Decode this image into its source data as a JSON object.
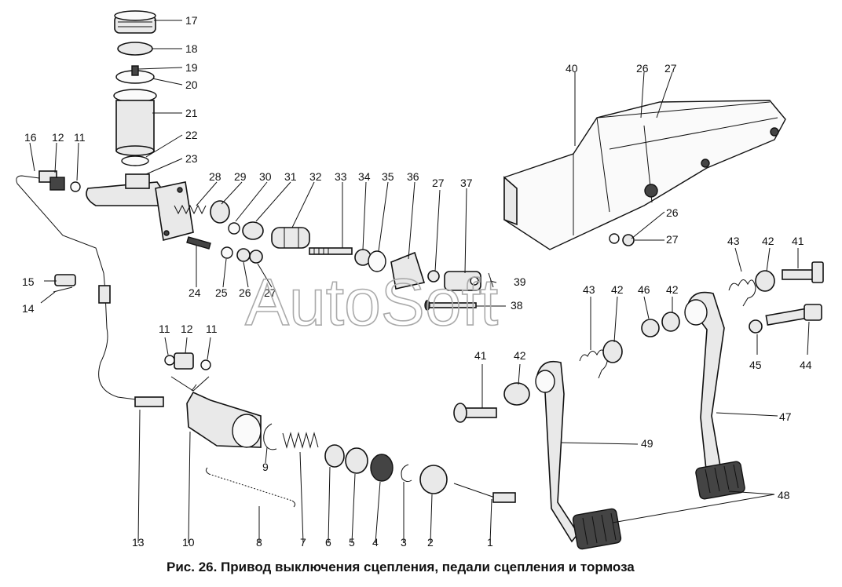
{
  "caption": "Рис. 26. Привод выключения сцепления, педали сцепления и тормоза",
  "watermark": "AutoSoft",
  "callouts": {
    "c1": "1",
    "c2": "2",
    "c3": "3",
    "c4": "4",
    "c5": "5",
    "c6": "6",
    "c7": "7",
    "c8": "8",
    "c9": "9",
    "c10": "10",
    "c11a": "11",
    "c11b": "11",
    "c11c": "11",
    "c12a": "12",
    "c12b": "12",
    "c13": "13",
    "c14": "14",
    "c15": "15",
    "c16": "16",
    "c17": "17",
    "c18": "18",
    "c19": "19",
    "c20": "20",
    "c21": "21",
    "c22": "22",
    "c23": "23",
    "c24": "24",
    "c25": "25",
    "c26a": "26",
    "c26b": "26",
    "c26c": "26",
    "c27a": "27",
    "c27b": "27",
    "c27c": "27",
    "c27d": "27",
    "c28": "28",
    "c29": "29",
    "c30": "30",
    "c31": "31",
    "c32": "32",
    "c33": "33",
    "c34": "34",
    "c35": "35",
    "c36": "36",
    "c37": "37",
    "c38": "38",
    "c39": "39",
    "c40": "40",
    "c41a": "41",
    "c41b": "41",
    "c42a": "42",
    "c42b": "42",
    "c42c": "42",
    "c43a": "43",
    "c43b": "43",
    "c44": "44",
    "c45": "45",
    "c46": "46",
    "c47": "47",
    "c48": "48",
    "c49": "49"
  }
}
